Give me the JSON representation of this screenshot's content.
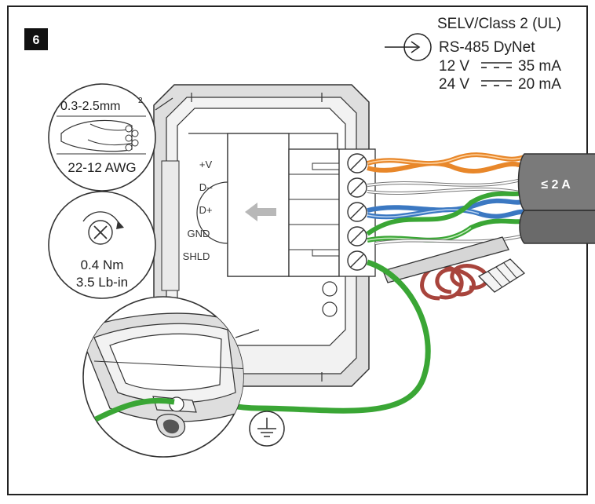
{
  "step_badge": "6",
  "spec": {
    "line1": "SELV/Class 2 (UL)",
    "line2": "RS-485 DyNet",
    "line3_voltage": "12 V",
    "line3_current": "35 mA",
    "line4_voltage": "24 V",
    "line4_current": "20 mA"
  },
  "wire_gauge": {
    "area": "0.3-2.5mm",
    "area_exp": "2",
    "awg": "22-12 AWG"
  },
  "torque": {
    "nm": "0.4 Nm",
    "lbin": "3.5 Lb-in"
  },
  "terminals": [
    "+V",
    "D–",
    "D+",
    "GND",
    "SHLD"
  ],
  "cable_label": "≤ 2 A",
  "colors": {
    "orange_wire": "#e8872a",
    "blue_wire": "#3b78c2",
    "green_wire": "#3aa635",
    "cable_grey": "#7a7a7a",
    "housing_grey": "#d8d8d8",
    "red_coil": "#a8443c"
  }
}
